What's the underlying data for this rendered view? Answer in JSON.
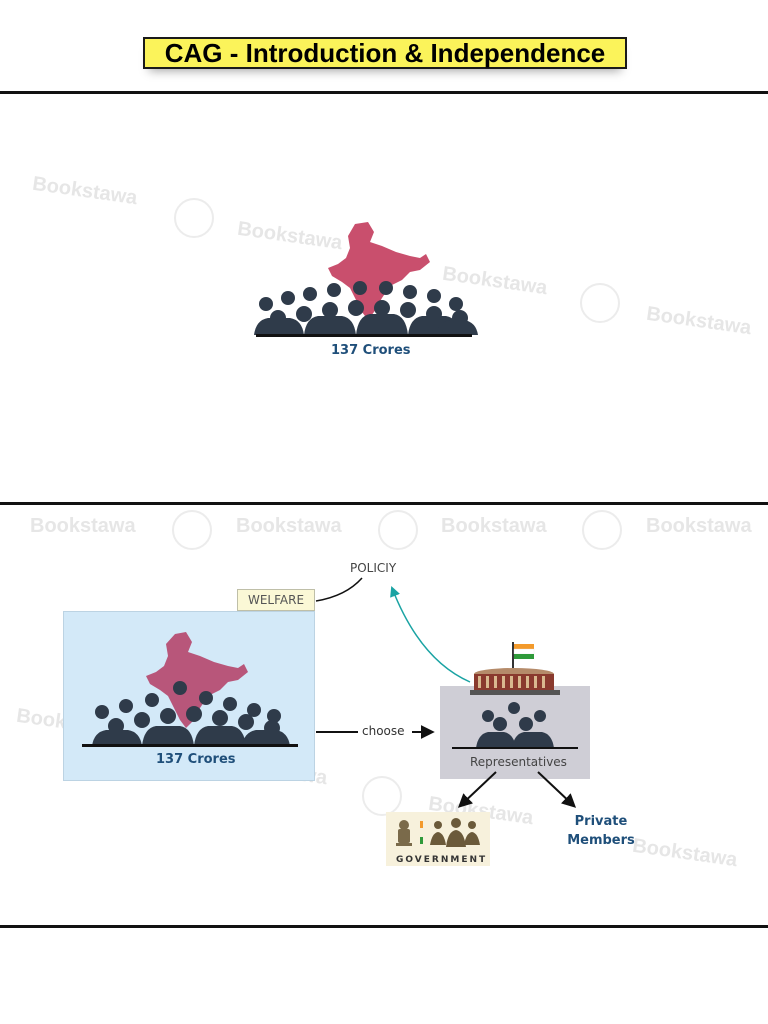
{
  "header": {
    "title": "CAG - Introduction & Independence"
  },
  "watermark": {
    "text": "Bookstawa"
  },
  "panel1": {
    "population_label": "137 Crores"
  },
  "panel2": {
    "population_label": "137 Crores",
    "welfare_label": "WELFARE",
    "policy_label": "POLICIY",
    "choose_label": "choose",
    "representatives_label": "Representatives",
    "government_label": "GOVERNMENT",
    "private_members_line1": "Private",
    "private_members_line2": "Members"
  },
  "colors": {
    "title_bg": "#fbf35a",
    "map": "#c94f6d",
    "people": "#2f3b4a",
    "caption": "#1f4f7a",
    "policy_arrow": "#1aa3a3"
  },
  "icons": [
    "india-map-icon",
    "crowd-icon",
    "parliament-icon",
    "india-flag-icon",
    "emblem-icon",
    "arrow-icon"
  ]
}
